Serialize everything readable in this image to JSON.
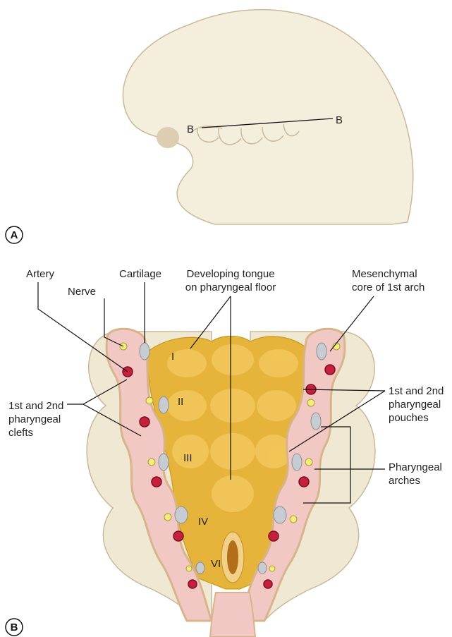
{
  "panels": {
    "a": "A",
    "b": "B"
  },
  "section_marks": {
    "left": "B",
    "right": "B"
  },
  "labels": {
    "artery": "Artery",
    "nerve": "Nerve",
    "cartilage": "Cartilage",
    "tongue_line1": "Developing tongue",
    "tongue_line2": "on pharyngeal floor",
    "mesenchyme_line1": "Mesenchymal",
    "mesenchyme_line2": "core of 1st arch",
    "pouches_line1": "1st and 2nd",
    "pouches_line2": "pharyngeal",
    "pouches_line3": "pouches",
    "clefts_line1": "1st and 2nd",
    "clefts_line2": "pharyngeal",
    "clefts_line3": "clefts",
    "arches_line1": "Pharyngeal",
    "arches_line2": "arches"
  },
  "arch_numerals": [
    "I",
    "II",
    "III",
    "IV",
    "VI"
  ],
  "colors": {
    "embryo": "#f4eedd",
    "embryo_outline": "#c9b99a",
    "pharynx_floor": "#e6b43a",
    "mesenchyme": "#f2c8c4",
    "outer_tissue": "#efe8d3",
    "artery": "#c6203e",
    "nerve": "#f7ee7a",
    "cartilage": "#c7ccd3"
  }
}
